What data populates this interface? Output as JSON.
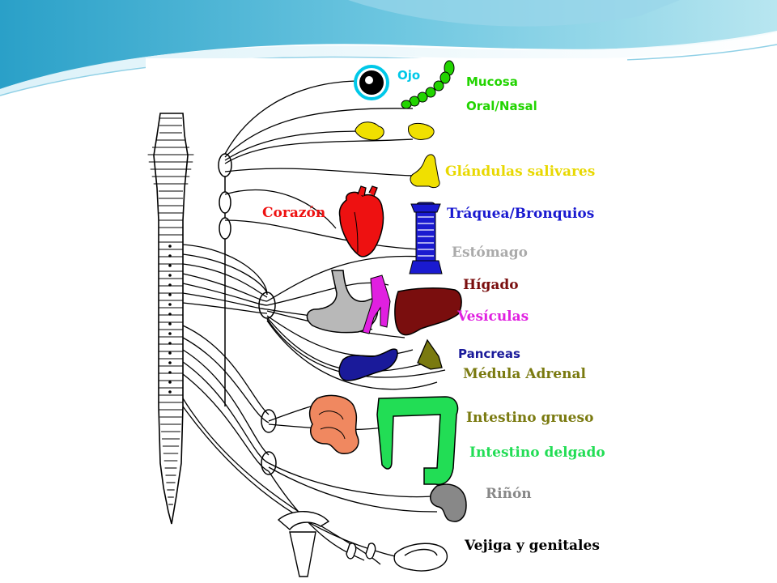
{
  "labels": {
    "ojo": "Ojo",
    "mucosa": "Mucosa",
    "oral_nasal": "Oral/Nasal",
    "glandulas": "Glándulas salivares",
    "corazon": "Corazón",
    "traquea": "Tráquea/Bronquios",
    "estomago": "Estómago",
    "higado": "Hígado",
    "vesiculas": "Vesículas",
    "pancreas": "Pancreas",
    "medula_adrenal": "Médula  Adrenal",
    "intestino_grueso": "Intestino grueso",
    "intestino_delgado": "Intestino delgado",
    "rinon": "Riñón",
    "vejiga": "Vejiga y genitales"
  },
  "colors": {
    "ojo": "#00c8e8",
    "mucosa": "#22d400",
    "glandulas": "#e8d800",
    "corazon": "#ee1111",
    "traquea": "#1a1ad0",
    "estomago": "#aaaaaa",
    "higado": "#7a0e0e",
    "vesiculas": "#e020e0",
    "pancreas": "#1a1a9a",
    "medula_adrenal": "#7a7a10",
    "intestino_grueso": "#7a7a10",
    "intestino_delgado": "#22dd55",
    "rinon": "#888888",
    "vejiga": "#000000"
  }
}
